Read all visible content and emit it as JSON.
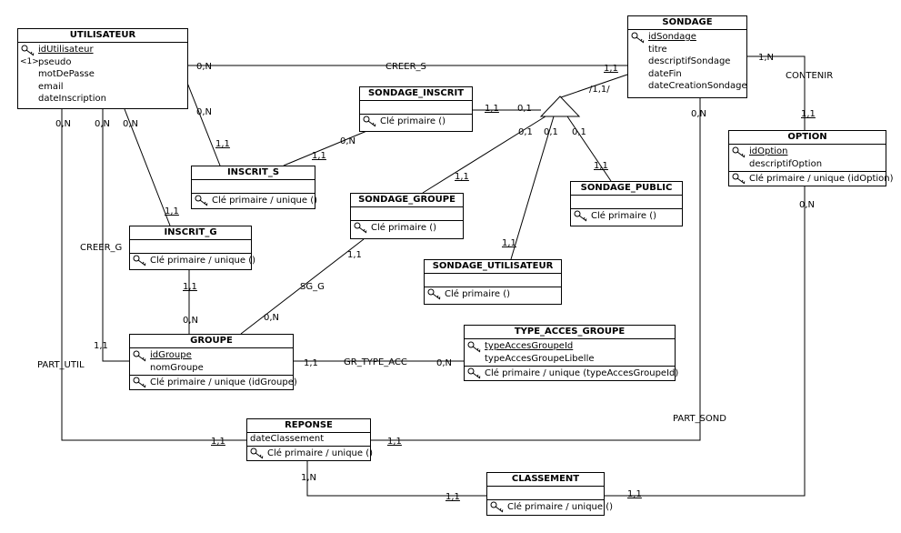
{
  "entities": {
    "utilisateur": {
      "name": "UTILISATEUR",
      "id": "idUtilisateur",
      "unique_tag": "<1>",
      "attrs": [
        "pseudo",
        "motDePasse",
        "email",
        "dateInscription"
      ]
    },
    "sondage": {
      "name": "SONDAGE",
      "id": "idSondage",
      "attrs": [
        "titre",
        "descriptifSondage",
        "dateFin",
        "dateCreationSondage"
      ]
    },
    "option": {
      "name": "OPTION",
      "id": "idOption",
      "attrs": [
        "descriptifOption"
      ],
      "key": "Clé primaire / unique (idOption)"
    },
    "sondage_inscrit": {
      "name": "SONDAGE_INSCRIT",
      "key": "Clé primaire ()"
    },
    "inscrit_s": {
      "name": "INSCRIT_S",
      "key": "Clé primaire / unique ()"
    },
    "sondage_groupe": {
      "name": "SONDAGE_GROUPE",
      "key": "Clé primaire ()"
    },
    "sondage_public": {
      "name": "SONDAGE_PUBLIC",
      "key": "Clé primaire ()"
    },
    "inscrit_g": {
      "name": "INSCRIT_G",
      "key": "Clé primaire / unique ()"
    },
    "sondage_utilisateur": {
      "name": "SONDAGE_UTILISATEUR",
      "key": "Clé primaire ()"
    },
    "groupe": {
      "name": "GROUPE",
      "id": "idGroupe",
      "attrs": [
        "nomGroupe"
      ],
      "key": "Clé primaire / unique (idGroupe)"
    },
    "type_acces_groupe": {
      "name": "TYPE_ACCES_GROUPE",
      "id": "typeAccesGroupeId",
      "attrs": [
        "typeAccesGroupeLibelle"
      ],
      "key": "Clé primaire / unique (typeAccesGroupeId)"
    },
    "reponse": {
      "name": "REPONSE",
      "attrs": [
        "dateClassement"
      ],
      "key": "Clé primaire / unique ()"
    },
    "classement": {
      "name": "CLASSEMENT",
      "key": "Clé primaire / unique ()"
    }
  },
  "relations": {
    "creer_s": "CREER_S",
    "contenir": "CONTENIR",
    "creer_g": "CREER_G",
    "sg_g": "SG_G",
    "gr_type_acc": "GR_TYPE_ACC",
    "part_util": "PART_UTIL",
    "part_sond": "PART_SOND"
  },
  "cardinalities": {
    "u_creer_s": "0,N",
    "s_creer_s": "1,1",
    "s_contenir": "1,N",
    "o_contenir": "1,1",
    "u_inscrit_s": "0,N",
    "is_u": "1,1",
    "is_si": "1,1",
    "si_is": "0,N",
    "si_tri": "1,1",
    "tri_si": "0,1",
    "tri_s": "/1,1/",
    "tri_sg": "0,1",
    "tri_su": "0,1",
    "tri_sp": "0,1",
    "sg_tri": "1,1",
    "su_tri": "1,1",
    "sp_tri": "1,1",
    "u_inscrit_g": "0,N",
    "ig_u": "1,1",
    "ig_g": "1,1",
    "g_ig": "0,N",
    "u_part": "0,N",
    "u_creer_g": "0,N",
    "g_creer_g": "1,1",
    "g_sg": "0,N",
    "sg_g_card": "1,1",
    "g_gr": "1,1",
    "tag_gr": "0,N",
    "r_part_util": "1,1",
    "r_part_sond": "1,1",
    "s_part_sond": "0,N",
    "r_cl": "1,N",
    "cl_r": "1,1",
    "cl_o": "1,1",
    "o_cl": "0,N"
  }
}
